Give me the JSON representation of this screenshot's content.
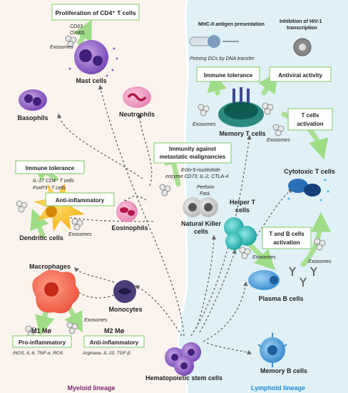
{
  "headers": {
    "mhc": "MHC-II antigen presentation",
    "hiv_line1": "Inhibition of HIV-1",
    "hiv_line2": "transcription",
    "priming": "Priming DCs by DNA transfer"
  },
  "boxes": {
    "cd4_prolif": "Proliferation of CD4⁺ T cells",
    "immune_tol_left": "Immune tolerance",
    "anti_inflam_dc": "Anti-inflammatory",
    "pro_inflam": "Pro-inflammatory",
    "anti_inflam_m2": "Anti-inflammatory",
    "immune_tol_right": "Immune tolerance",
    "antiviral": "Antiviral activity",
    "tcell_act_line1": "T cells",
    "tcell_act_line2": "activation",
    "immunity_line1": "Immunity against",
    "immunity_line2": "metastatic malignancies",
    "tb_act_line1": "T and B cells",
    "tb_act_line2": "activation"
  },
  "cells": {
    "mast": "Mast cells",
    "basophils": "Basophils",
    "neutrophils": "Neutrophils",
    "eosinophils": "Eosinophils",
    "dendritic": "Dendritic cells",
    "monocytes": "Monocytes",
    "macrophages": "Macrophages",
    "m1": "M1 Mø",
    "m2": "M2 Mø",
    "memory_t": "Memory T cells",
    "cytotoxic_t": "Cytotoxic T cells",
    "nk": "Natural Killer",
    "nk2": "cells",
    "helper_t1": "Helper T",
    "helper_t2": "cells",
    "plasma_b": "Plasma B cells",
    "memory_b": "Memory B cells",
    "hsc": "Hematopoietic stem cells"
  },
  "annotations": {
    "cd63": "CD63",
    "ox40l": "OX40L",
    "il17": "IL-17 CD4⁺ T cells",
    "foxp3": "FoxP3⁺ T cells",
    "m1_markers": "iNOS, IL-6, TNF-α, ROS",
    "m2_markers": "Arginase, IL-10, TGF-β",
    "ecto1": "Ecto-5-nucleotide",
    "ecto2": "enzyme CD73, IL-2, CTLA-4",
    "perforin": "Perforin",
    "fasl": "FasL"
  },
  "exosomes_label": "Exosomes",
  "lineages": {
    "myeloid": "Myeloid lineage",
    "lymphoid": "Lymphoid lineage"
  },
  "colors": {
    "myeloid_bg": "#fbf4ee",
    "lymphoid_bg": "#dff1f7",
    "box_border": "#8fd17a",
    "arrow_green": "#a9df92",
    "lineage_text": "#7a1f6e",
    "lymphoid_text": "#1e8bd0"
  }
}
